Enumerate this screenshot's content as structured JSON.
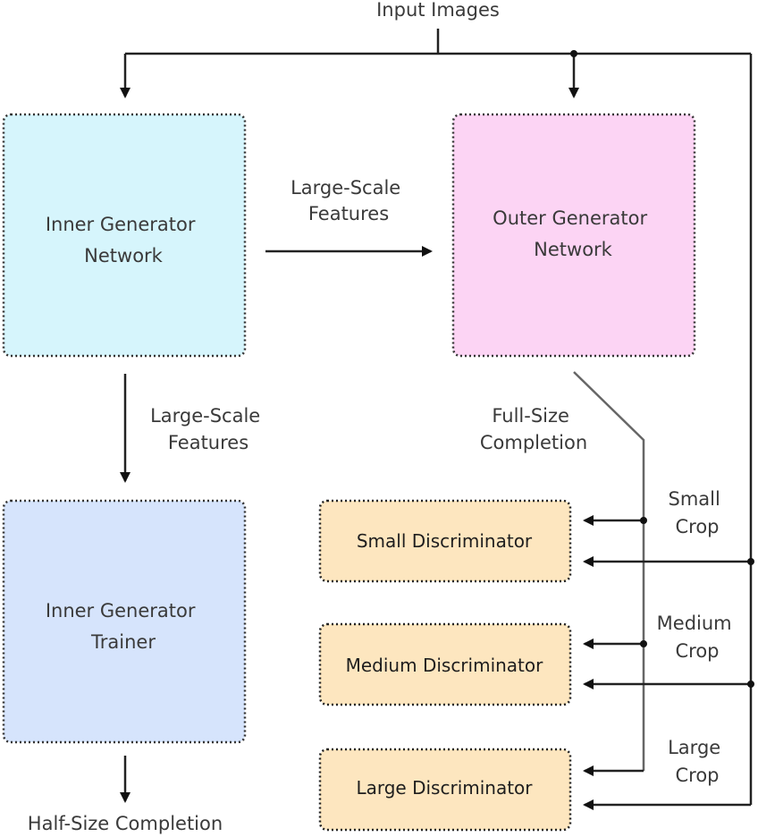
{
  "input_label": "Input Images",
  "nodes": {
    "inner_generator": {
      "lines": [
        "Inner Generator",
        "Network"
      ],
      "color": "#d6f5fc"
    },
    "outer_generator": {
      "lines": [
        "Outer Generator",
        "Network"
      ],
      "color": "#fcd4f4"
    },
    "inner_trainer": {
      "lines": [
        "Inner Generator",
        "Trainer"
      ],
      "color": "#d6e4fc"
    },
    "small_discriminator": {
      "lines": [
        "Small Discriminator"
      ],
      "color": "#fde6bf"
    },
    "medium_discriminator": {
      "lines": [
        "Medium Discriminator"
      ],
      "color": "#fde6bf"
    },
    "large_discriminator": {
      "lines": [
        "Large Discriminator"
      ],
      "color": "#fde6bf"
    }
  },
  "edge_labels": {
    "inner_to_outer": [
      "Large-Scale",
      "Features"
    ],
    "inner_to_trainer": [
      "Large-Scale",
      "Features"
    ],
    "full_size": [
      "Full-Size",
      "Completion"
    ],
    "half_size": "Half-Size Completion",
    "small_crop": [
      "Small",
      "Crop"
    ],
    "medium_crop": [
      "Medium",
      "Crop"
    ],
    "large_crop": [
      "Large",
      "Crop"
    ]
  }
}
